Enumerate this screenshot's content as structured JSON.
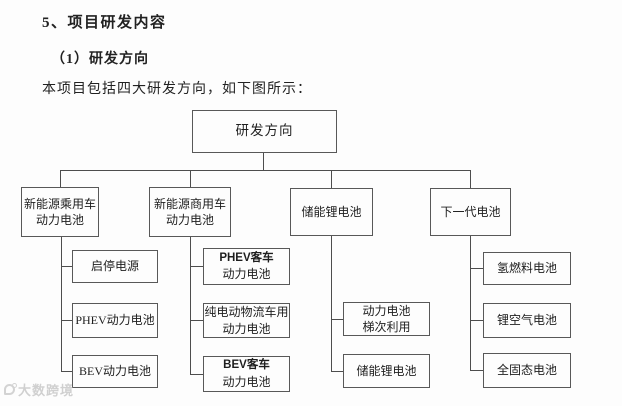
{
  "document": {
    "heading": "5、项目研发内容",
    "subheading": "（1）研发方向",
    "intro": "本项目包括四大研发方向，如下图所示：",
    "watermark": "大数跨境"
  },
  "tree": {
    "root": "研发方向",
    "columns": [
      {
        "branch": {
          "line1": "新能源乘用车",
          "line2": "动力电池"
        },
        "leaves": [
          {
            "line1": "启停电源"
          },
          {
            "line1": "PHEV动力电池"
          },
          {
            "line1": "BEV动力电池"
          }
        ]
      },
      {
        "branch": {
          "line1": "新能源商用车",
          "line2": "动力电池"
        },
        "leaves": [
          {
            "line1": "PHEV客车",
            "line2": "动力电池"
          },
          {
            "line1": "纯电动物流车用",
            "line2": "动力电池"
          },
          {
            "line1": "BEV客车",
            "line2": "动力电池"
          }
        ]
      },
      {
        "branch": {
          "line1": "储能锂电池"
        },
        "leaves": [
          {
            "line1": "动力电池",
            "line2": "梯次利用"
          },
          {
            "line1": "储能锂电池"
          }
        ]
      },
      {
        "branch": {
          "line1": "下一代电池"
        },
        "leaves": [
          {
            "line1": "氢燃料电池"
          },
          {
            "line1": "锂空气电池"
          },
          {
            "line1": "全固态电池"
          }
        ]
      }
    ]
  },
  "colors": {
    "box_border": "#585858",
    "connector": "#4d4d4d",
    "text": "#1e1e1e",
    "watermark": "#c9c9c9",
    "background": "#fdfdfd"
  }
}
